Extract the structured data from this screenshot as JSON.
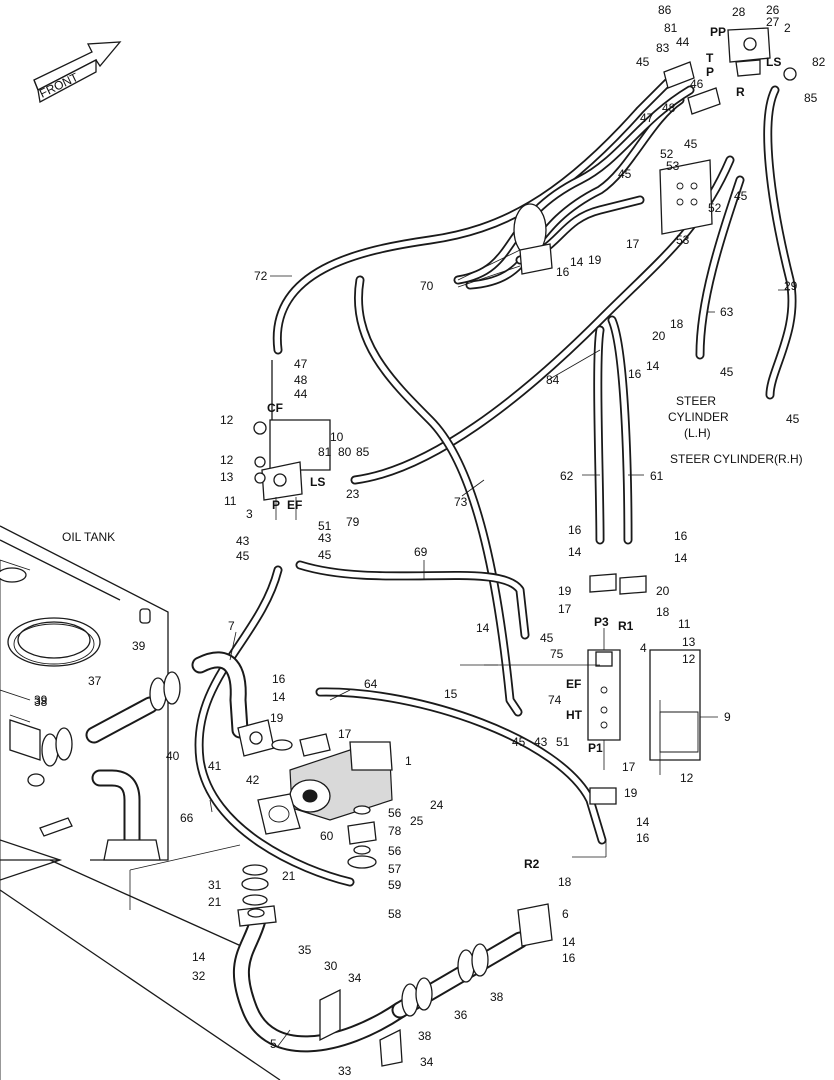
{
  "diagram": {
    "front_label": "FRONT",
    "texts": {
      "oil_tank": "OIL TANK",
      "steer_cyl_l_1": "STEER",
      "steer_cyl_l_2": "CYLINDER",
      "steer_cyl_l_3": "(L.H)",
      "steer_cyl_r": "STEER CYLINDER(R.H)"
    },
    "ports": [
      {
        "id": "pp",
        "text": "PP"
      },
      {
        "id": "t",
        "text": "T"
      },
      {
        "id": "p_top",
        "text": "P"
      },
      {
        "id": "ls_top",
        "text": "LS"
      },
      {
        "id": "r_top",
        "text": "R"
      },
      {
        "id": "cf",
        "text": "CF"
      },
      {
        "id": "ls_mid",
        "text": "LS"
      },
      {
        "id": "p_mid",
        "text": "P"
      },
      {
        "id": "ef_mid",
        "text": "EF"
      },
      {
        "id": "p3",
        "text": "P3"
      },
      {
        "id": "r1",
        "text": "R1"
      },
      {
        "id": "ef_right",
        "text": "EF"
      },
      {
        "id": "ht",
        "text": "HT"
      },
      {
        "id": "p1",
        "text": "P1"
      },
      {
        "id": "r2",
        "text": "R2"
      }
    ],
    "callouts": [
      "86",
      "26",
      "28",
      "27",
      "2",
      "81",
      "82",
      "85",
      "83",
      "44",
      "45",
      "46",
      "47",
      "48",
      "52",
      "53",
      "45",
      "53",
      "52",
      "45",
      "45",
      "17",
      "19",
      "16",
      "14",
      "70",
      "72",
      "18",
      "20",
      "63",
      "29",
      "16",
      "14",
      "84",
      "47",
      "48",
      "44",
      "45",
      "45",
      "12",
      "10",
      "12",
      "13",
      "81",
      "80",
      "85",
      "11",
      "23",
      "3",
      "51",
      "79",
      "73",
      "62",
      "61",
      "43",
      "43",
      "45",
      "45",
      "69",
      "16",
      "14",
      "16",
      "14",
      "19",
      "20",
      "17",
      "18",
      "11",
      "13",
      "12",
      "39",
      "7",
      "37",
      "39",
      "14",
      "45",
      "75",
      "4",
      "15",
      "74",
      "51",
      "43",
      "45",
      "9",
      "16",
      "14",
      "64",
      "19",
      "17",
      "40",
      "41",
      "1",
      "42",
      "66",
      "17",
      "19",
      "56",
      "24",
      "25",
      "78",
      "56",
      "57",
      "59",
      "60",
      "14",
      "16",
      "21",
      "31",
      "21",
      "58",
      "18",
      "6",
      "35",
      "30",
      "34",
      "14",
      "32",
      "38",
      "36",
      "38",
      "14",
      "16",
      "5",
      "33",
      "34",
      "38",
      "12"
    ]
  }
}
